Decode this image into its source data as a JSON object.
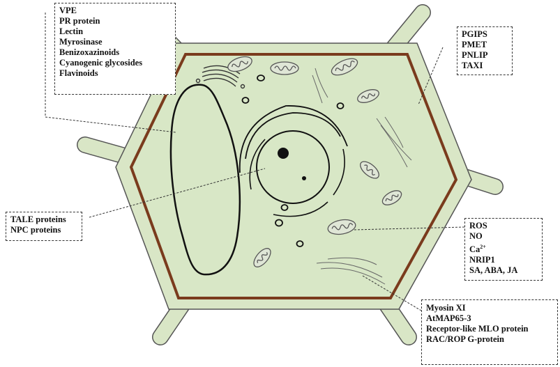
{
  "colors": {
    "cell_wall": "#d9e6c6",
    "cytoplasm": "#d8e7c6",
    "membrane": "#7a3b1d",
    "outline": "#222222"
  },
  "labels": {
    "vacuole_box": [
      "VPE",
      "PR protein",
      "Lectin",
      "Myrosinase",
      "Benizoxazinoids",
      "Cyanogenic glycosides",
      "Flavinoids"
    ],
    "wall_box": [
      "PGIPS",
      "PMET",
      "PNLIP",
      "TAXI"
    ],
    "nucleus_box": [
      "TALE proteins",
      "NPC proteins"
    ],
    "mito_box": [
      "ROS",
      "NO",
      "Ca",
      "NRIP1",
      "SA, ABA, JA"
    ],
    "mito_box_sup": "2+",
    "cytoskeleton_box": [
      "Myosin XI",
      "AtMAP65-3",
      "Receptor-like MLO protein",
      "RAC/ROP G-protein"
    ]
  },
  "icons": {
    "organelles": [
      "nucleus-icon",
      "nucleolus-icon",
      "vacuole-icon",
      "golgi-icon",
      "mitochondrion-icon",
      "cytoskeleton-filament-icon",
      "vesicle-icon"
    ]
  }
}
